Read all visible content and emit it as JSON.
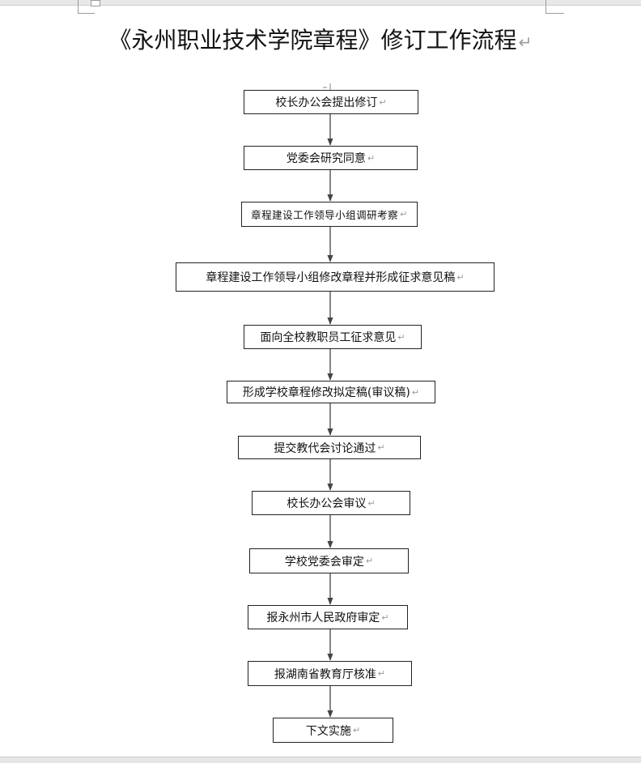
{
  "title": "《永州职业技术学院章程》修订工作流程",
  "paragraph_mark": "↵",
  "colors": {
    "box_border": "#222222",
    "arrow": "#444444",
    "text": "#111111"
  },
  "steps": [
    {
      "label": "校长办公会提出修订"
    },
    {
      "label": "党委会研究同意"
    },
    {
      "label": "章程建设工作领导小组调研考察"
    },
    {
      "label": "章程建设工作领导小组修改章程并形成征求意见稿"
    },
    {
      "label": "面向全校教职员工征求意见"
    },
    {
      "label": "形成学校章程修改拟定稿(审议稿)"
    },
    {
      "label": "提交教代会讨论通过"
    },
    {
      "label": "校长办公会审议"
    },
    {
      "label": "学校党委会审定"
    },
    {
      "label": "报永州市人民政府审定"
    },
    {
      "label": "报湖南省教育厅核准"
    },
    {
      "label": "下文实施"
    }
  ]
}
